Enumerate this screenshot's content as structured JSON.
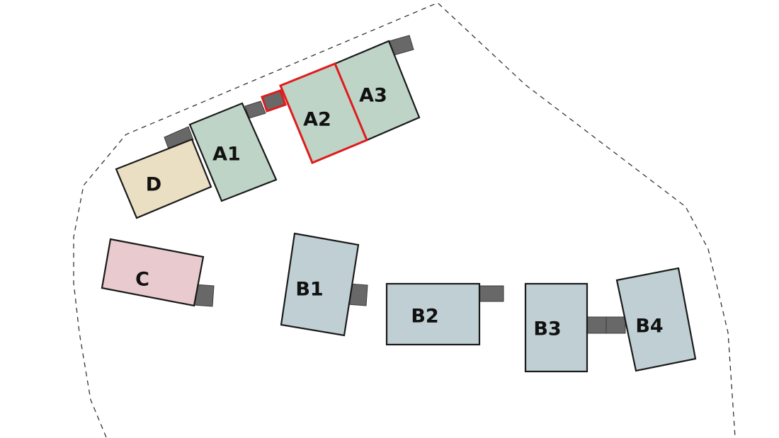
{
  "colors": {
    "group_a": "#bdd4c7",
    "group_b": "#bfcfd3",
    "building_c": "#e9cace",
    "building_d": "#eadfc2",
    "connector": "#686868",
    "selection": "#e01b1b"
  },
  "selected_building": "A2",
  "buildings": {
    "a1": {
      "label": "A1"
    },
    "a2": {
      "label": "A2"
    },
    "a3": {
      "label": "A3"
    },
    "b1": {
      "label": "B1"
    },
    "b2": {
      "label": "B2"
    },
    "b3": {
      "label": "B3"
    },
    "b4": {
      "label": "B4"
    },
    "c": {
      "label": "C"
    },
    "d": {
      "label": "D"
    }
  }
}
